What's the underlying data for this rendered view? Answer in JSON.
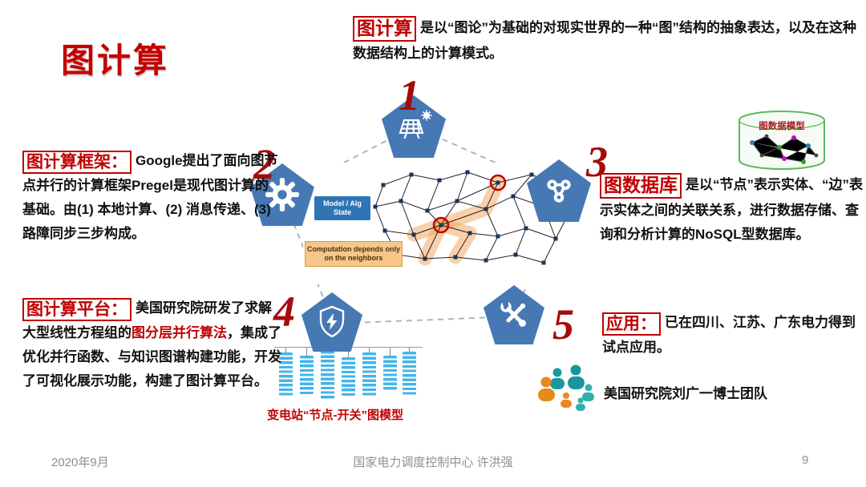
{
  "title": "图计算",
  "colors": {
    "accent_red": "#C00000",
    "badge_blue": "#4678B4",
    "cylinder_green": "#5CB85C",
    "insulator_blue": "#43B5E8"
  },
  "definition": {
    "term": "图计算",
    "text": "是以“图论”为基础的对现实世界的一种“图”结构的抽象表达，以及在这种数据结构上的计算模式。"
  },
  "framework": {
    "term": "图计算框架：",
    "text": "Google提出了面向图节点并行的计算框架Pregel是现代图计算的基础。由(1) 本地计算、(2) 消息传递、(3) 路障同步三步构成。"
  },
  "platform": {
    "term": "图计算平台：",
    "text_before": "美国研究院研发了求解大型线性方程组的",
    "highlight": "图分层并行算法",
    "text_after": "，集成了优化并行函数、与知识图谱构建功能，开发了可视化展示功能，构建了图计算平台。"
  },
  "database": {
    "term": "图数据库",
    "text": "是以“节点”表示实体、“边”表示实体之间的关联关系，进行数据存储、查询和分析计算的NoSQL型数据库。"
  },
  "application": {
    "term": "应用：",
    "text": "已在四川、江苏、广东电力得到试点应用。",
    "team": "美国研究院刘广一博士团队"
  },
  "diagram": {
    "steps": [
      "1",
      "2",
      "3",
      "4",
      "5"
    ],
    "model_box_line1": "Model / Alg",
    "model_box_line2": "State",
    "computation_box": "Computation depends only on the neighbors",
    "substation_caption": "变电站“节点-开关”图模型",
    "data_model_label": "图数据模型"
  },
  "footer": {
    "date": "2020年9月",
    "center": "国家电力调度控制中心 许洪强",
    "page": "9"
  }
}
